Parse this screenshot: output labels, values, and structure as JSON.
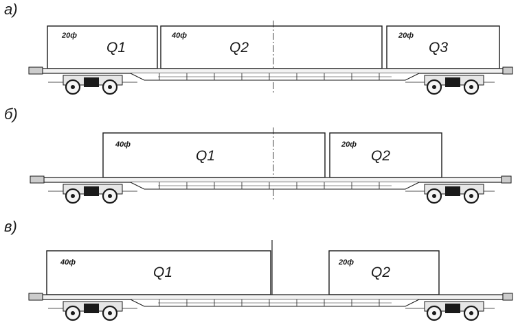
{
  "colors": {
    "line": "#1a1a1a",
    "container_fill": "#ffffff",
    "frame_fill": "#f2f2f2",
    "wheel_fill": "#f5f5f5",
    "background": "#ffffff"
  },
  "variants": [
    {
      "label": "а)",
      "containers": [
        {
          "size": "20ф",
          "load": "Q1"
        },
        {
          "size": "40ф",
          "load": "Q2"
        },
        {
          "size": "20ф",
          "load": "Q3"
        }
      ]
    },
    {
      "label": "б)",
      "containers": [
        {
          "size": "40ф",
          "load": "Q1"
        },
        {
          "size": "20ф",
          "load": "Q2"
        }
      ]
    },
    {
      "label": "в)",
      "containers": [
        {
          "size": "40ф",
          "load": "Q1"
        },
        {
          "size": "20ф",
          "load": "Q2"
        }
      ]
    }
  ]
}
